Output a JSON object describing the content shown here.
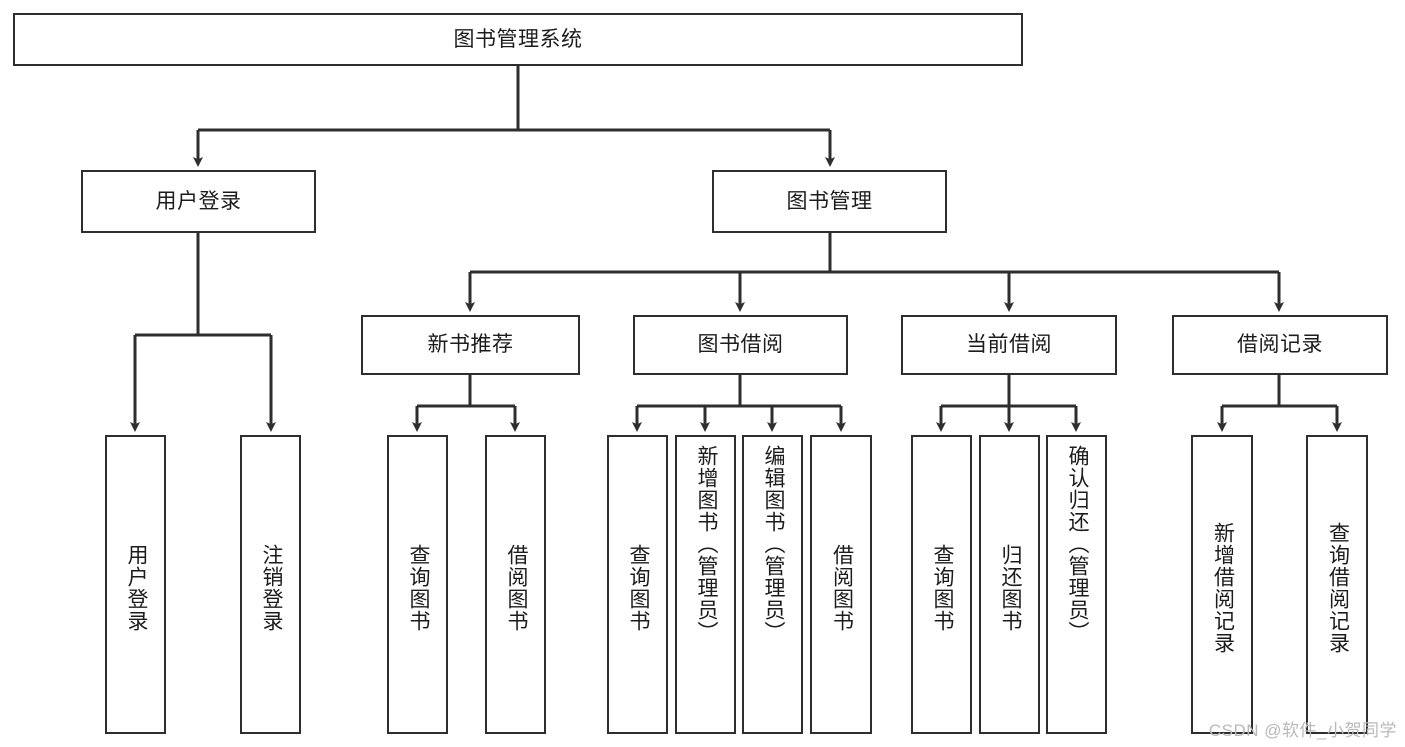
{
  "diagram": {
    "type": "tree-hierarchy",
    "title": "图书管理系统",
    "watermark": "CSDN @软件_小贺同学",
    "style": {
      "box_border_color": "#2e2e2e",
      "box_fill": "#ffffff",
      "edge_color": "#2e2e2e",
      "text_color": "#1c1c1c",
      "background": "#ffffff"
    },
    "root": {
      "id": "root",
      "label": "图书管理系统"
    },
    "level2": [
      {
        "id": "user-login",
        "label": "用户登录"
      },
      {
        "id": "book-manage",
        "label": "图书管理"
      }
    ],
    "level3": [
      {
        "id": "new-book-recommend",
        "label": "新书推荐",
        "parent": "book-manage"
      },
      {
        "id": "book-borrow",
        "label": "图书借阅",
        "parent": "book-manage"
      },
      {
        "id": "current-borrow",
        "label": "当前借阅",
        "parent": "book-manage"
      },
      {
        "id": "borrow-record",
        "label": "借阅记录",
        "parent": "book-manage"
      }
    ],
    "leaves": [
      {
        "id": "leaf-user-login",
        "label": "用户登录",
        "parent": "user-login"
      },
      {
        "id": "leaf-user-logout",
        "label": "注销登录",
        "parent": "user-login"
      },
      {
        "id": "leaf-query-book-1",
        "label": "查询图书",
        "parent": "new-book-recommend"
      },
      {
        "id": "leaf-borrow-book-1",
        "label": "借阅图书",
        "parent": "new-book-recommend"
      },
      {
        "id": "leaf-query-book-2",
        "label": "查询图书",
        "parent": "book-borrow"
      },
      {
        "id": "leaf-add-book",
        "label": "新增图书（管理员）",
        "parent": "book-borrow"
      },
      {
        "id": "leaf-edit-book",
        "label": "编辑图书（管理员）",
        "parent": "book-borrow"
      },
      {
        "id": "leaf-borrow-book-2",
        "label": "借阅图书",
        "parent": "book-borrow"
      },
      {
        "id": "leaf-query-book-3",
        "label": "查询图书",
        "parent": "current-borrow"
      },
      {
        "id": "leaf-return-book",
        "label": "归还图书",
        "parent": "current-borrow"
      },
      {
        "id": "leaf-confirm-return",
        "label": "确认归还（管理员）",
        "parent": "current-borrow"
      },
      {
        "id": "leaf-add-record",
        "label": "新增借阅记录",
        "parent": "borrow-record"
      },
      {
        "id": "leaf-query-record",
        "label": "查询借阅记录",
        "parent": "borrow-record"
      }
    ]
  }
}
